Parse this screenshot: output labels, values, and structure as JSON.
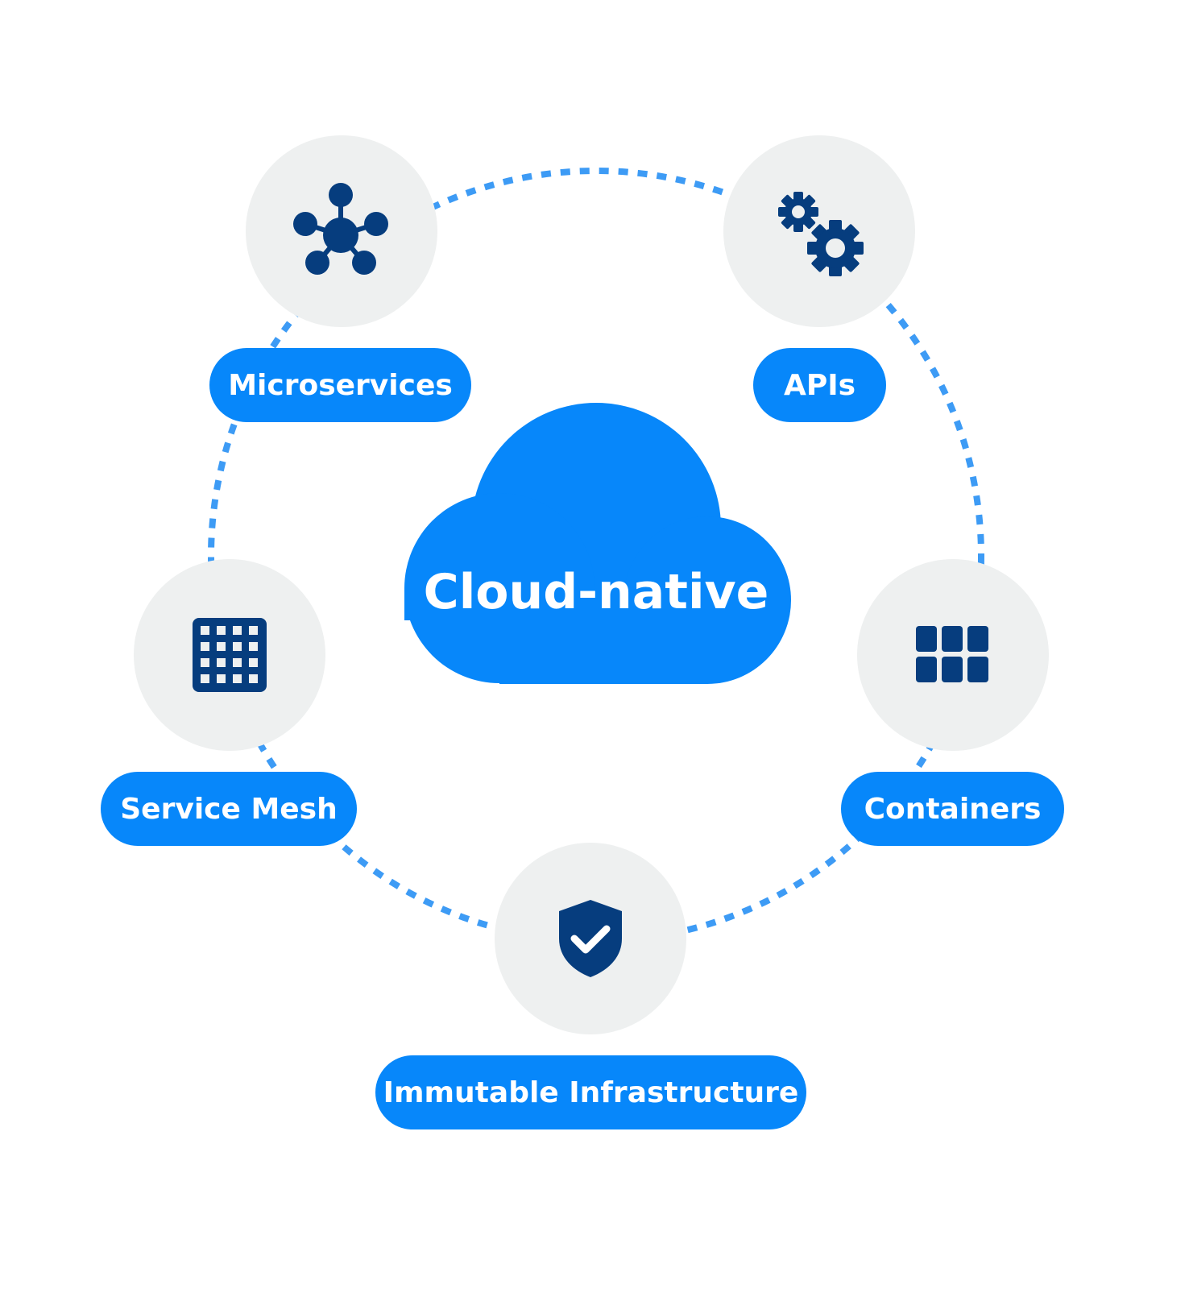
{
  "center": {
    "title": "Cloud-native"
  },
  "nodes": [
    {
      "id": "microservices",
      "label": "Microservices",
      "icon": "network-hub-icon"
    },
    {
      "id": "apis",
      "label": "APIs",
      "icon": "gears-icon"
    },
    {
      "id": "service-mesh",
      "label": "Service Mesh",
      "icon": "grid-mesh-icon"
    },
    {
      "id": "containers",
      "label": "Containers",
      "icon": "container-blocks-icon"
    },
    {
      "id": "immutable-infrastructure",
      "label": "Immutable Infrastructure",
      "icon": "shield-check-icon"
    }
  ],
  "colors": {
    "accent": "#0787fa",
    "icon": "#063d7e",
    "node_background": "#eef0f0",
    "connector": "#3d9bf5",
    "label_text": "#ffffff"
  }
}
